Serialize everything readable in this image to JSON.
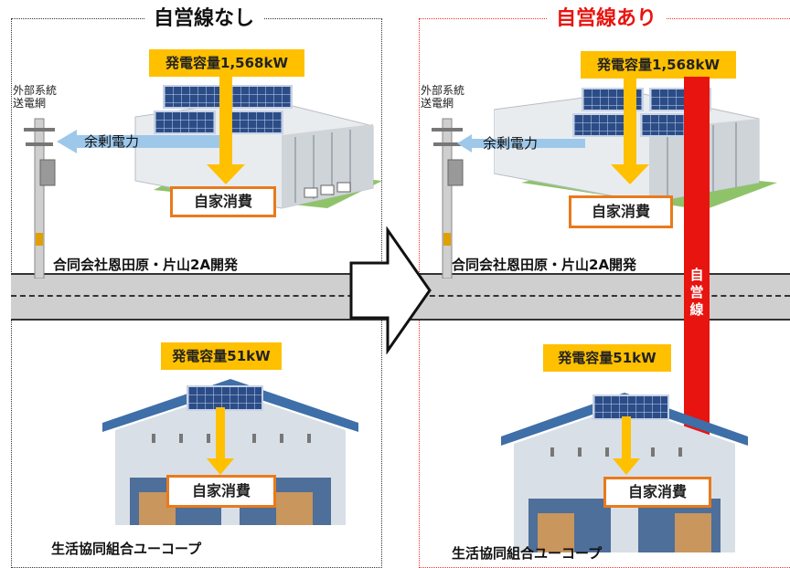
{
  "left": {
    "title": "自営線なし",
    "factory_capacity": "発電容量1,568kW",
    "factory_self": "自家消費",
    "surplus": "余剰電力",
    "grid_label_line1": "外部系統",
    "grid_label_line2": "送電網",
    "factory_name": "合同会社恩田原・片山2A開発",
    "coop_capacity": "発電容量51kW",
    "coop_self": "自家消費",
    "coop_name": "生活協同組合ユーコープ"
  },
  "right": {
    "title": "自営線あり",
    "factory_capacity": "発電容量1,568kW",
    "factory_self": "自家消費",
    "surplus": "余剰電力",
    "grid_label_line1": "外部系統",
    "grid_label_line2": "送電網",
    "factory_name": "合同会社恩田原・片山2A開発",
    "private_line": "自営線",
    "coop_capacity": "発電容量51kW",
    "coop_self": "自家消費",
    "coop_name": "生活協同組合ユーコープ"
  },
  "colors": {
    "accent_red": "#e8140f",
    "yellow": "#ffc000",
    "orange_border": "#e97a1c",
    "surplus_blue": "#9ec8ea"
  }
}
